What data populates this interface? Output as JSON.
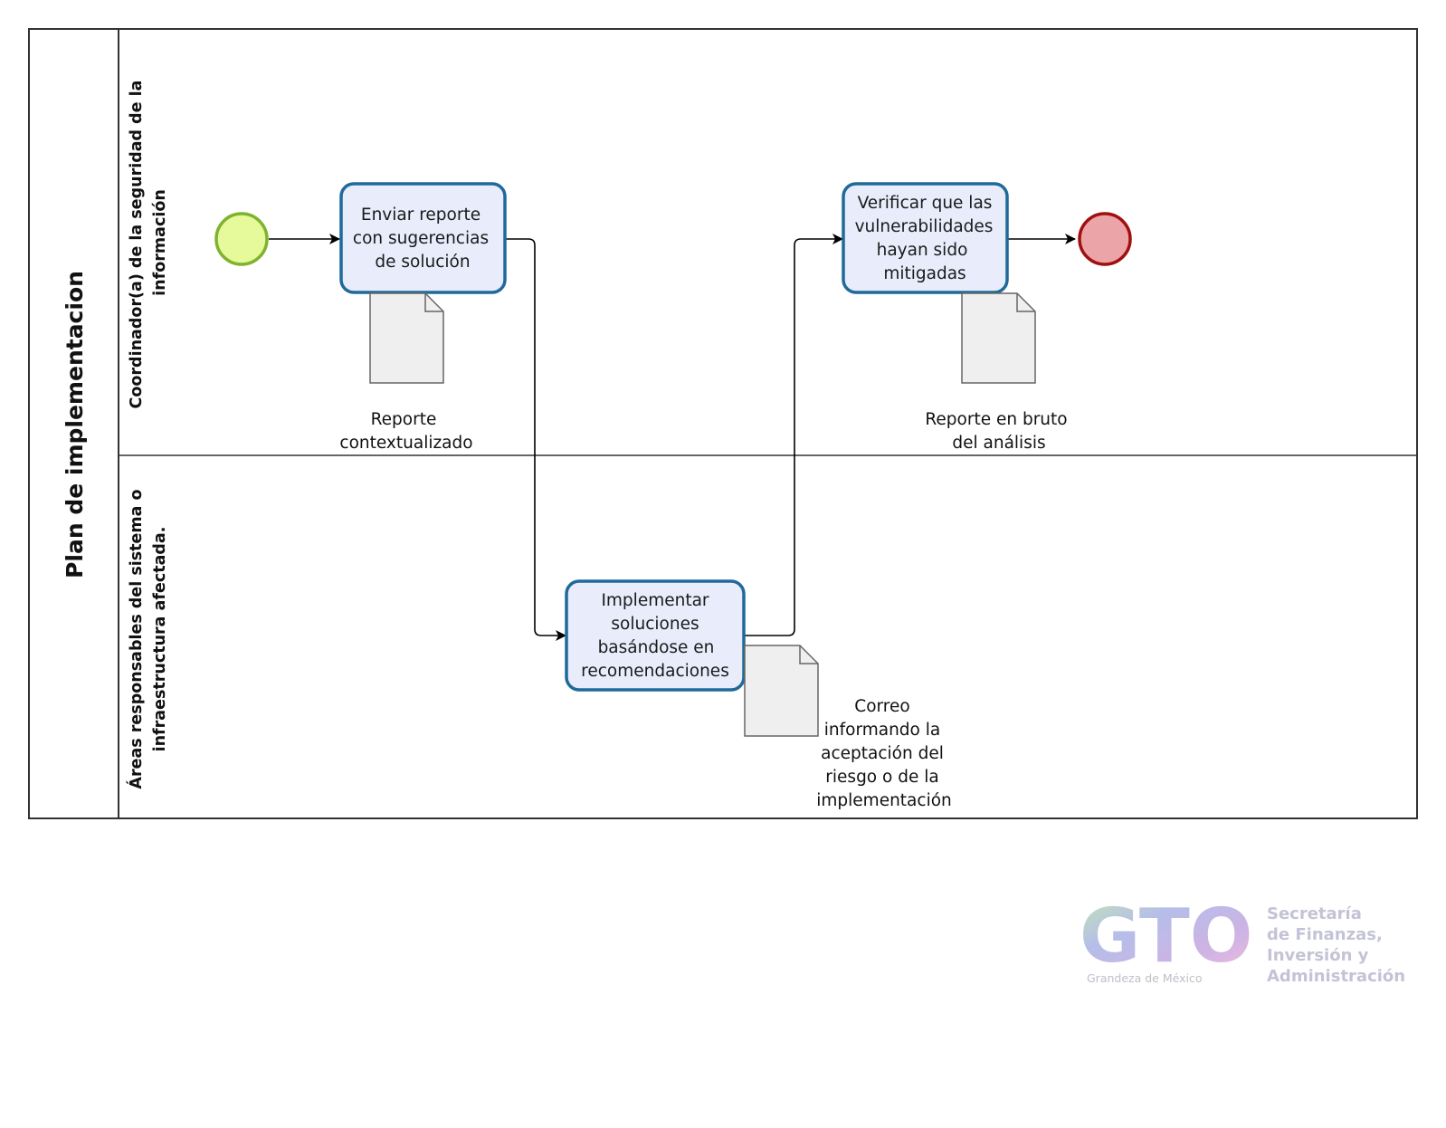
{
  "pool": {
    "title": "Plan de implementacion"
  },
  "lanes": [
    {
      "id": "coordinator",
      "lines": [
        "Coordinador(a) de la seguridad de la",
        "información"
      ]
    },
    {
      "id": "areas",
      "lines": [
        "Áreas responsables del sistema o",
        "infraestructura afectada."
      ]
    }
  ],
  "events": {
    "start": "start",
    "end": "end"
  },
  "tasks": [
    {
      "id": "enviar",
      "lines": [
        "Enviar reporte",
        "con sugerencias",
        "de solución"
      ]
    },
    {
      "id": "verificar",
      "lines": [
        "Verificar que las",
        "vulnerabilidades",
        "hayan sido",
        "mitigadas"
      ]
    },
    {
      "id": "implementar",
      "lines": [
        "Implementar",
        "soluciones",
        "basándose en",
        "recomendaciones"
      ]
    }
  ],
  "documents": [
    {
      "id": "reporte-contextualizado",
      "lines": [
        "Reporte",
        "contextualizado"
      ]
    },
    {
      "id": "reporte-bruto",
      "lines": [
        "Reporte en bruto",
        "del análisis"
      ]
    },
    {
      "id": "correo",
      "lines": [
        "Correo",
        "informando la",
        "aceptación del",
        "riesgo o de la",
        "implementación"
      ]
    }
  ],
  "logo": {
    "main": "GTO",
    "tagline": "Grandeza de México",
    "lines": [
      "Secretaría",
      "de Finanzas,",
      "Inversión y",
      "Administración"
    ]
  },
  "colors": {
    "task_fill": "#e8ecfb",
    "task_stroke": "#1f6a9a",
    "start_fill": "#e6f99b",
    "start_stroke": "#7fb32e",
    "end_fill": "#eba5a8",
    "end_stroke": "#a01010",
    "document_fill": "#efefef",
    "document_stroke": "#666666"
  }
}
